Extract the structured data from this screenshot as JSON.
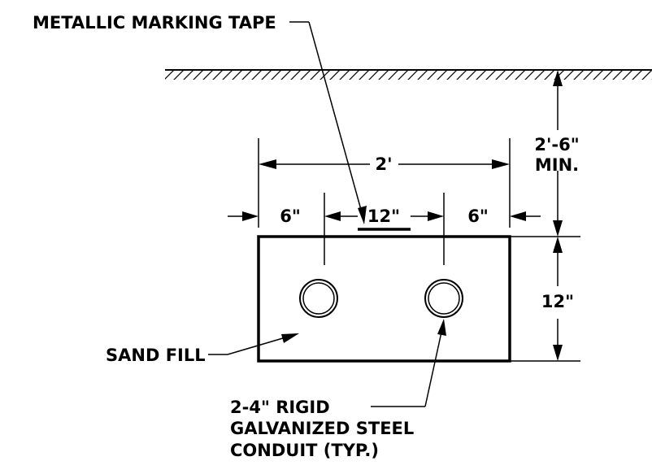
{
  "labels": {
    "marking_tape": "METALLIC MARKING TAPE",
    "depth_value": "2'-6\"",
    "depth_min": "MIN.",
    "width_total": "2'",
    "left_offset": "6\"",
    "conduit_spacing": "12\"",
    "right_offset": "6\"",
    "trench_height": "12\"",
    "sand_fill": "SAND FILL",
    "conduit_line1": "2-4\" RIGID",
    "conduit_line2": "GALVANIZED STEEL",
    "conduit_line3": "CONDUIT (TYP.)"
  },
  "colors": {
    "line": "#000000",
    "background": "#ffffff"
  }
}
